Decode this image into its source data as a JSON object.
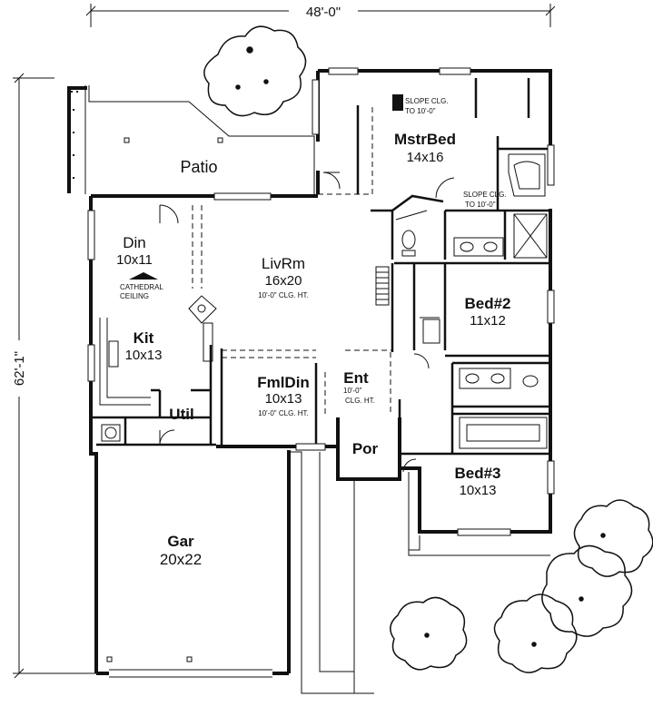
{
  "overall": {
    "width_label": "48'-0\"",
    "depth_label": "62'-1\""
  },
  "rooms": {
    "patio": {
      "name": "Patio"
    },
    "mstrbed": {
      "name": "MstrBed",
      "size": "14x16",
      "note": "SLOPE CLG.",
      "note2": "TO 10'-0\""
    },
    "mbath": {
      "note": "SLOPE CLG.",
      "note2": "TO 10'-0\""
    },
    "din": {
      "name": "Din",
      "size": "10x11",
      "note": "CATHEDRAL",
      "note2": "CEILING"
    },
    "livrm": {
      "name": "LivRm",
      "size": "16x20",
      "note": "10'-0\" CLG. HT."
    },
    "kit": {
      "name": "Kit",
      "size": "10x13"
    },
    "bed2": {
      "name": "Bed#2",
      "size": "11x12"
    },
    "fmldin": {
      "name": "FmlDin",
      "size": "10x13",
      "note": "10'-0\" CLG. HT."
    },
    "ent": {
      "name": "Ent",
      "note": "10'-0\"",
      "note2": "CLG. HT."
    },
    "util": {
      "name": "Util"
    },
    "por": {
      "name": "Por"
    },
    "bed3": {
      "name": "Bed#3",
      "size": "10x13"
    },
    "gar": {
      "name": "Gar",
      "size": "20x22"
    }
  },
  "colors": {
    "ink": "#111111",
    "paper": "#ffffff"
  }
}
